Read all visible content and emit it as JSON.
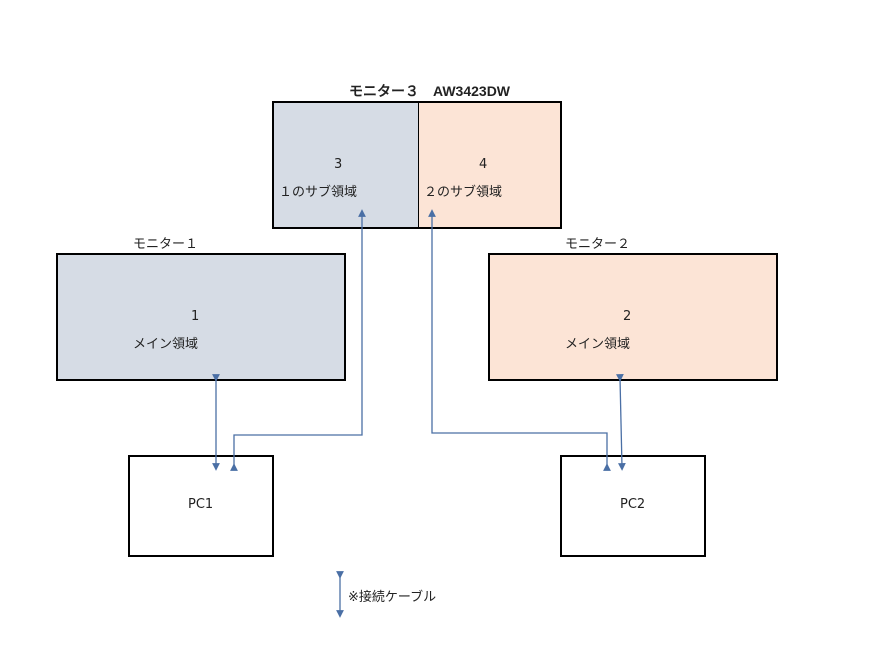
{
  "monitor3": {
    "title": "モニター３　AW3423DW",
    "left": {
      "number": "3",
      "label": "１のサブ領域",
      "color": "#d6dce5"
    },
    "right": {
      "number": "4",
      "label": "２のサブ領域",
      "color": "#fce4d6"
    }
  },
  "monitor1": {
    "title": "モニター１",
    "number": "1",
    "label": "メイン領域",
    "color": "#d6dce5"
  },
  "monitor2": {
    "title": "モニター２",
    "number": "2",
    "label": "メイン領域",
    "color": "#fce4d6"
  },
  "pc1": {
    "label": "PC1"
  },
  "pc2": {
    "label": "PC2"
  },
  "legend": {
    "label": "※接続ケーブル"
  },
  "colors": {
    "cable": "#4a6fa5",
    "border": "#000000"
  }
}
